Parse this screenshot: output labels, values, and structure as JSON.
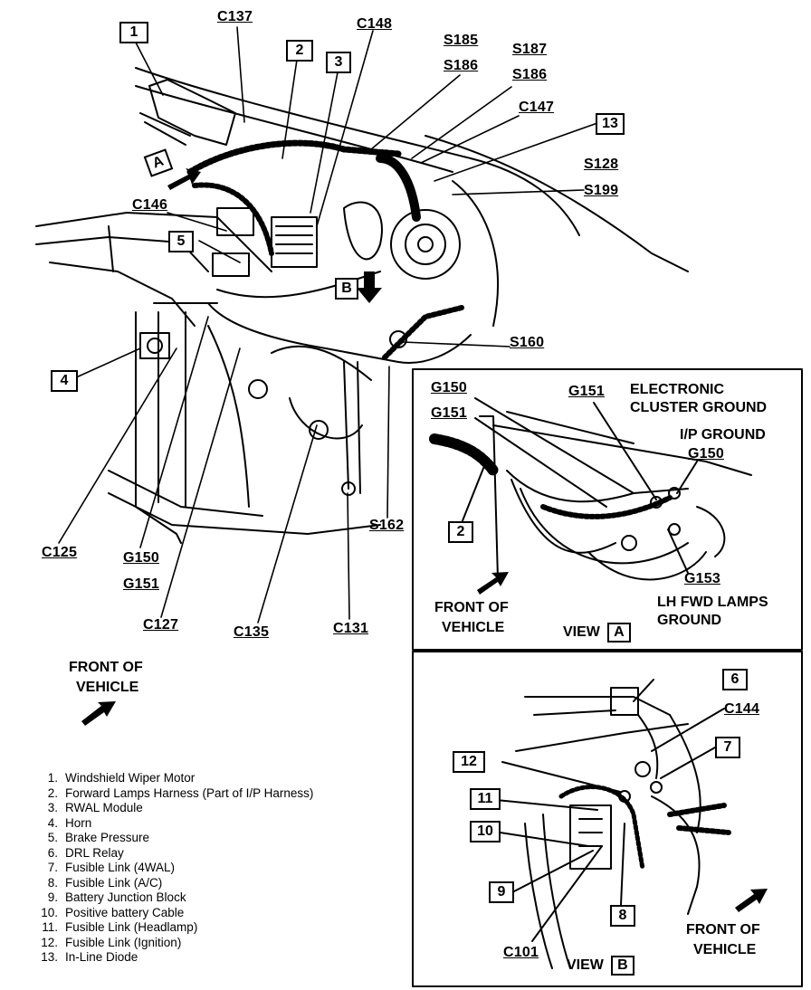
{
  "callouts_numbered": {
    "n1": "1",
    "n2": "2",
    "n3": "3",
    "n4": "4",
    "n5": "5",
    "n13": "13",
    "viewA_n2": "2",
    "viewB_n6": "6",
    "viewB_n7": "7",
    "viewB_n12": "12",
    "viewB_n11": "11",
    "viewB_n10": "10",
    "viewB_n9": "9",
    "viewB_n8": "8"
  },
  "connectors": {
    "c137": "C137",
    "c148": "C148",
    "s185": "S185",
    "s186a": "S186",
    "s187": "S187",
    "s186b": "S186",
    "c147": "C147",
    "s128": "S128",
    "s199": "S199",
    "c146": "C146",
    "s160": "S160",
    "s162": "S162",
    "c125": "C125",
    "g150": "G150",
    "g151": "G151",
    "c127": "C127",
    "c135": "C135",
    "c131": "C131"
  },
  "view_a": {
    "g150": "G150",
    "g151_left": "G151",
    "g151_top": "G151",
    "electronic_cluster_ground_1": "ELECTRONIC",
    "electronic_cluster_ground_2": "CLUSTER GROUND",
    "ip_ground": "I/P GROUND",
    "g150_right": "G150",
    "g153": "G153",
    "lh_fwd_lamps_1": "LH FWD LAMPS",
    "lh_fwd_lamps_2": "GROUND",
    "front_of_1": "FRONT OF",
    "front_of_2": "VEHICLE",
    "view_label": "VIEW",
    "view_letter": "A"
  },
  "view_b": {
    "c144": "C144",
    "c101": "C101",
    "front_of_1": "FRONT OF",
    "front_of_2": "VEHICLE",
    "view_label": "VIEW",
    "view_letter": "B"
  },
  "main": {
    "arrow_a": "A",
    "arrow_b": "B",
    "front_of_1": "FRONT OF",
    "front_of_2": "VEHICLE"
  },
  "legend": [
    {
      "num": "1.",
      "text": "Windshield Wiper Motor"
    },
    {
      "num": "2.",
      "text": "Forward Lamps Harness (Part of I/P Harness)"
    },
    {
      "num": "3.",
      "text": "RWAL Module"
    },
    {
      "num": "4.",
      "text": "Horn"
    },
    {
      "num": "5.",
      "text": "Brake Pressure"
    },
    {
      "num": "6.",
      "text": "DRL Relay"
    },
    {
      "num": "7.",
      "text": "Fusible Link (4WAL)"
    },
    {
      "num": "8.",
      "text": "Fusible Link (A/C)"
    },
    {
      "num": "9.",
      "text": "Battery Junction Block"
    },
    {
      "num": "10.",
      "text": "Positive battery Cable"
    },
    {
      "num": "11.",
      "text": "Fusible Link (Headlamp)"
    },
    {
      "num": "12.",
      "text": "Fusible Link (Ignition)"
    },
    {
      "num": "13.",
      "text": "In-Line Diode"
    }
  ]
}
